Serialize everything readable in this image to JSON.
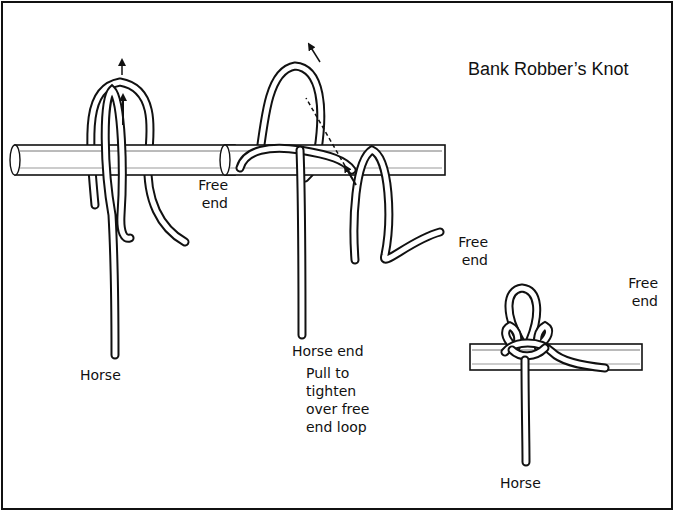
{
  "diagram": {
    "title": "Bank Robber’s Knot",
    "labels": [
      "Free end",
      "Horse",
      "Free end",
      "Horse end",
      "Pull to tighten over free end loop",
      "Free end",
      "Horse"
    ]
  }
}
